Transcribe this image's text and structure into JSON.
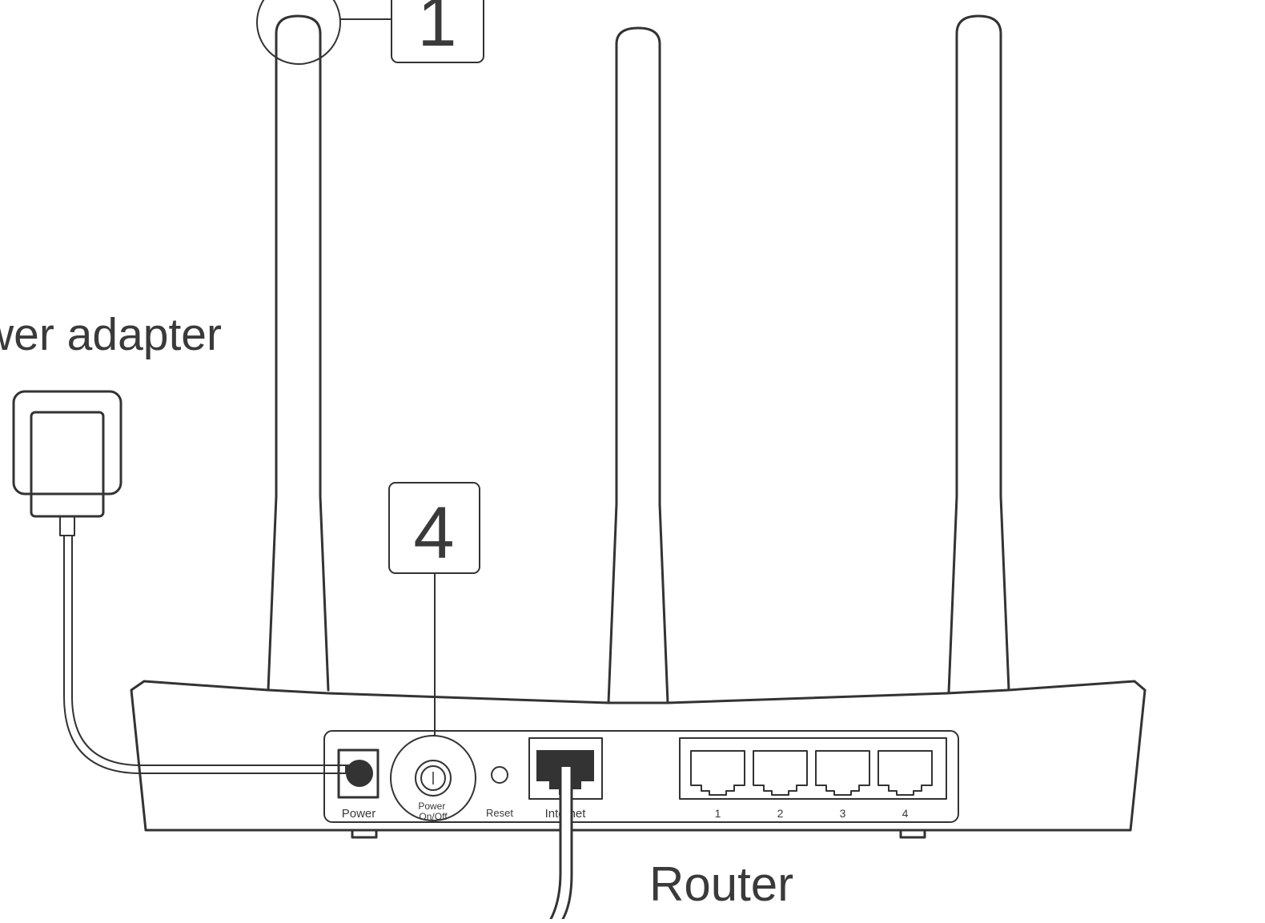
{
  "callouts": {
    "step_a": "1",
    "step_b": "4"
  },
  "labels": {
    "adapter": "Power adapter",
    "router": "Router",
    "power_port": "Power",
    "power_switch": "Power On/Off",
    "reset": "Reset",
    "internet": "Internet",
    "lan_ports": [
      "1",
      "2",
      "3",
      "4"
    ]
  },
  "colors": {
    "line": "#333333",
    "background": "#ffffff",
    "port_fill": "#333333"
  }
}
